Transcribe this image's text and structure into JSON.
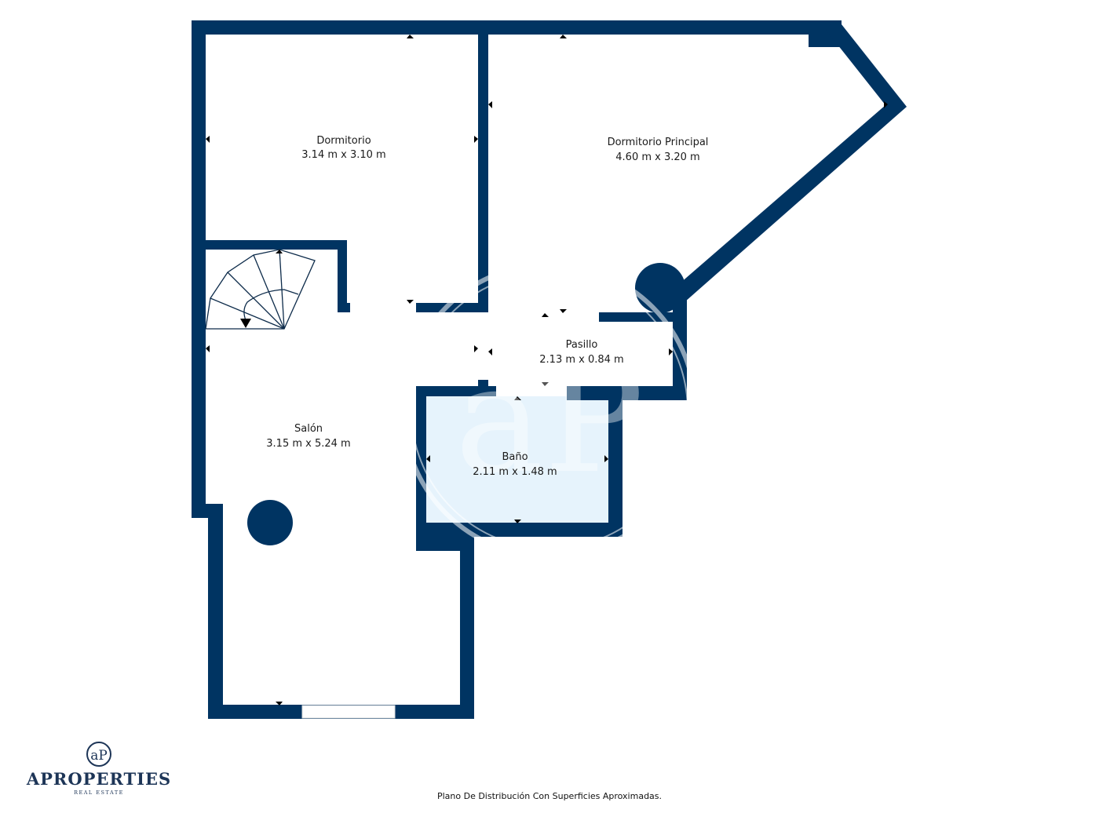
{
  "colors": {
    "wall": "#003462",
    "bath_fill": "#e6f3fc"
  },
  "rooms": [
    {
      "name": "Dormitorio",
      "size": "3.14 m x 3.10 m"
    },
    {
      "name": "Dormitorio Principal",
      "size": "4.60 m x 3.20 m"
    },
    {
      "name": "Pasillo",
      "size": "2.13 m x 0.84 m"
    },
    {
      "name": "Salón",
      "size": "3.15 m x 5.24 m"
    },
    {
      "name": "Baño",
      "size": "2.11 m x 1.48 m"
    }
  ],
  "logo": {
    "monogram": "aP",
    "name": "APROPERTIES",
    "subtitle": "REAL ESTATE"
  },
  "footer": "Plano De Distribución Con Superficies Aproximadas."
}
